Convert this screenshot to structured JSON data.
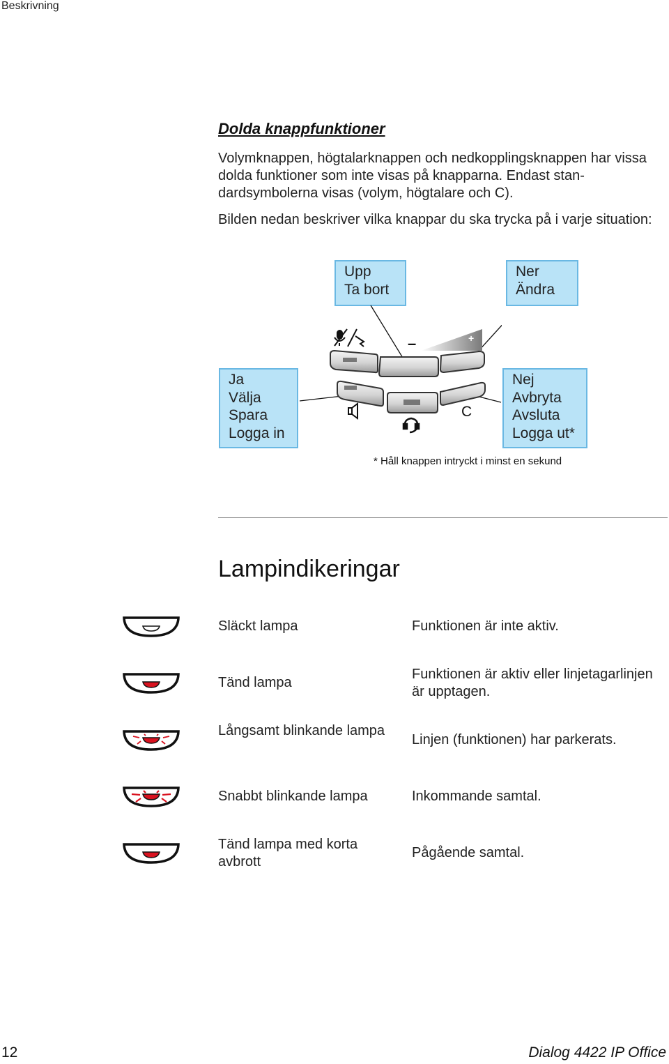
{
  "header": {
    "section": "Beskrivning"
  },
  "hidden_functions": {
    "heading": "Dolda knappfunktioner",
    "paragraph1": "Volymknappen, högtalarknappen och nedkopplingsknappen har vissa dolda funktioner som inte visas på knapparna. Endast stan-dardsymbolerna visas (volym, högtalare och C).",
    "paragraph2": "Bilden nedan beskriver vilka knappar du ska trycka på i varje situation:"
  },
  "diagram": {
    "callout_up": [
      "Upp",
      "Ta bort"
    ],
    "callout_down": [
      "Ner",
      "Ändra"
    ],
    "callout_yes": [
      "Ja",
      "Välja",
      "Spara",
      "Logga in"
    ],
    "callout_no": [
      "Nej",
      "Avbryta",
      "Avsluta",
      "Logga ut*"
    ],
    "key_minus": "–",
    "key_plus": "+",
    "key_c": "C",
    "footnote": "* Håll knappen intryckt i minst en sekund"
  },
  "lamps": {
    "heading": "Lampindikeringar",
    "rows": [
      {
        "label": "Släckt lampa",
        "desc": "Funktionen är inte aktiv.",
        "icon": "lamp-off-icon"
      },
      {
        "label": "Tänd lampa",
        "desc": "Funktionen är aktiv eller linjetagarlinjen är upptagen.",
        "icon": "lamp-on-icon"
      },
      {
        "label": "Långsamt blinkande lampa",
        "desc": "Linjen (funktionen) har parkerats.",
        "icon": "lamp-slow-blink-icon"
      },
      {
        "label": "Snabbt blinkande lampa",
        "desc": "Inkommande samtal.",
        "icon": "lamp-fast-blink-icon"
      },
      {
        "label": "Tänd lampa med korta avbrott",
        "desc": "Pågående samtal.",
        "icon": "lamp-on-short-interruptions-icon"
      }
    ]
  },
  "colors": {
    "callout_bg": "#b9e3f7",
    "callout_border": "#6ab8e3",
    "lamp_red": "#d9121f"
  },
  "footer": {
    "page_number": "12",
    "product": "Dialog 4422 IP Office"
  }
}
